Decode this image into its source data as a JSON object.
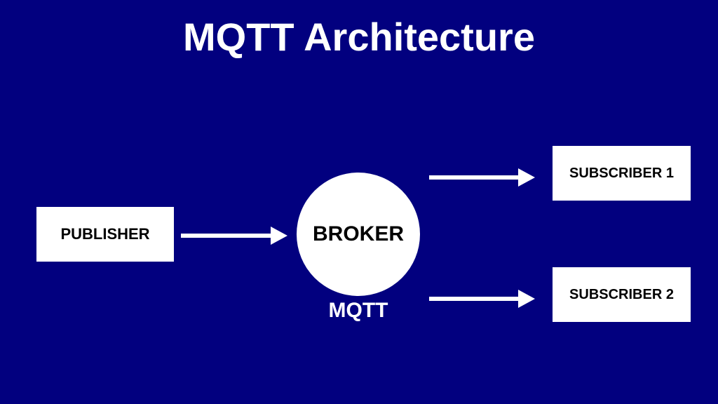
{
  "title": "MQTT Architecture",
  "nodes": {
    "publisher": "PUBLISHER",
    "broker": "BROKER",
    "broker_caption": "MQTT",
    "subscriber_1": "SUBSCRIBER 1",
    "subscriber_2": "SUBSCRIBER 2"
  },
  "colors": {
    "background": "#02007f",
    "foreground": "#ffffff",
    "text_on_white": "#000000"
  },
  "edges": [
    {
      "from": "publisher",
      "to": "broker"
    },
    {
      "from": "broker",
      "to": "subscriber_1"
    },
    {
      "from": "broker",
      "to": "subscriber_2"
    }
  ]
}
